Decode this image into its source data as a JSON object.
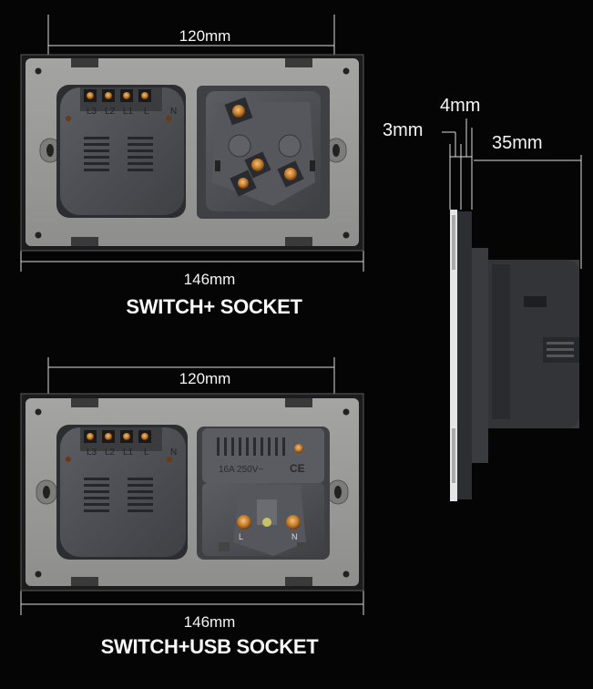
{
  "top_product": {
    "width_inner": "120mm",
    "width_outer": "146mm",
    "title": "SWITCH+ SOCKET",
    "terminal_labels": [
      "L3",
      "L2",
      "L1",
      "L",
      "N"
    ]
  },
  "bottom_product": {
    "width_inner": "120mm",
    "width_outer": "146mm",
    "title": "SWITCH+USB SOCKET",
    "terminal_labels": [
      "L3",
      "L2",
      "L1",
      "L",
      "N"
    ],
    "rating": "16A 250V~",
    "mark": "CE",
    "socket_pins": [
      "L",
      "N"
    ]
  },
  "side_view": {
    "dim_a": "3mm",
    "dim_b": "4mm",
    "dim_c": "35mm"
  },
  "colors": {
    "background": "#050505",
    "plate": "#9a9a98",
    "module": "#4d4f54",
    "brass": "#c98a3a"
  }
}
